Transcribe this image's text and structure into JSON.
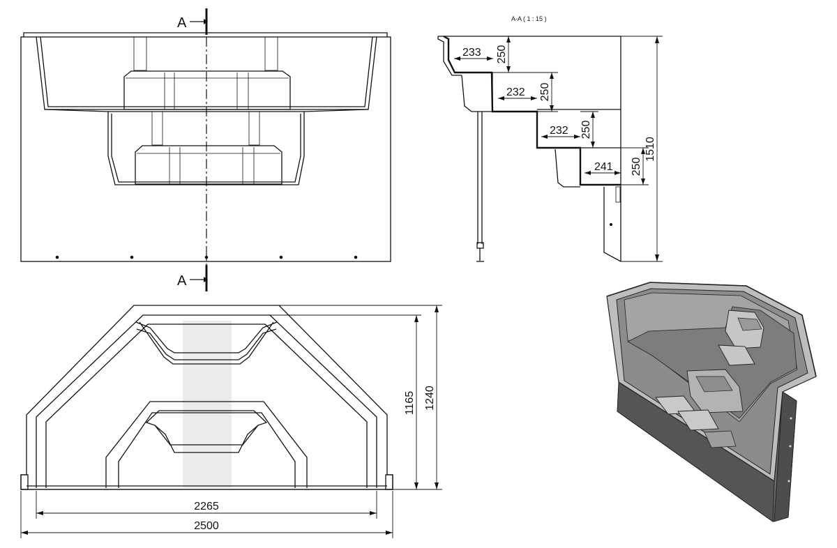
{
  "section_label_top": "A",
  "section_label_bottom": "A",
  "section_caption": "A-A ( 1 : 15 )",
  "dimensions": {
    "step1_depth": "233",
    "step1_height": "250",
    "step2_depth": "232",
    "step2_height": "250",
    "step3_depth": "232",
    "step3_height": "250",
    "step4_depth": "241",
    "step4_height": "250",
    "total_height": "1510",
    "inner_depth": "1165",
    "outer_depth": "1240",
    "inner_width": "2265",
    "outer_width": "2500"
  },
  "colors": {
    "line": "#111111",
    "background": "#ffffff",
    "render_fill": "#8f8f8f",
    "render_dark": "#5e5e5e",
    "render_light": "#bdbdbd"
  }
}
